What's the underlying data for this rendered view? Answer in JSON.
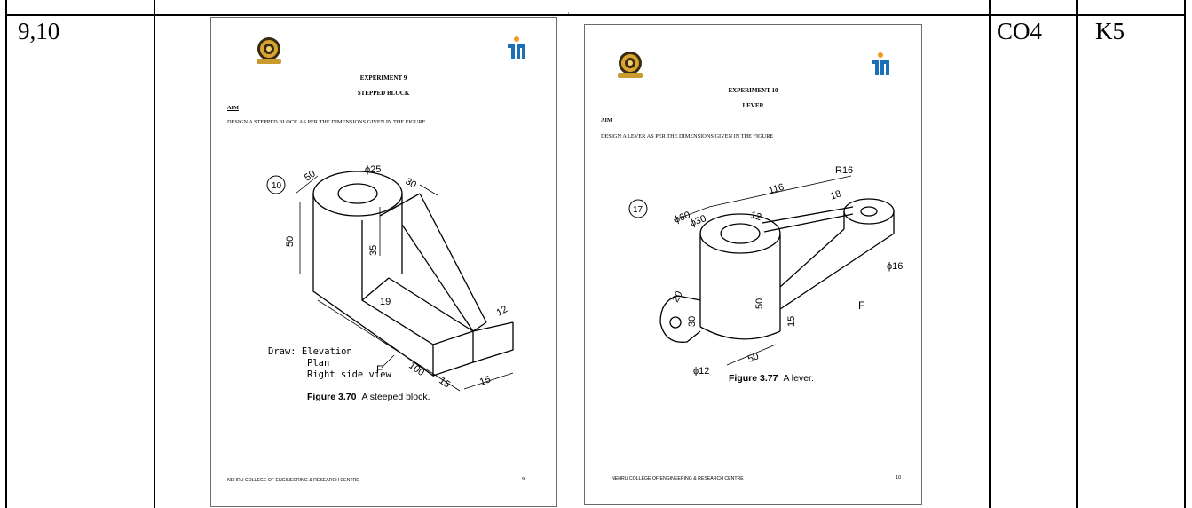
{
  "row": {
    "experiments": "9,10",
    "co": "CO4",
    "k_level": "K5"
  },
  "page9": {
    "experiment": "EXPERIMENT 9",
    "title": "STEPPED BLOCK",
    "aim_label": "AIM",
    "aim_text": "DESIGN A STEPPED BLOCK AS PER THE DIMENSIONS GIVEN IN THE FIGURE",
    "figure_number": "10",
    "dims": [
      "ϕ25",
      "50",
      "30",
      "50",
      "35",
      "19",
      "12",
      "100",
      "15",
      "15"
    ],
    "draw_lines": [
      "Draw: Elevation",
      "Plan",
      "Right side view"
    ],
    "arrow_label": "F",
    "caption_label": "Figure 3.70",
    "caption_text": "A steeped block.",
    "footer": "NEHRU COLLEGE OF ENGINEERING & RESEARCH CENTRE",
    "page_number": "9"
  },
  "page10": {
    "experiment": "EXPERIMENT 10",
    "title": "LEVER",
    "aim_label": "AIM",
    "aim_text": "DESIGN A LEVER AS PER THE DIMENSIONS GIVEN IN THE FIGURE",
    "figure_number": "17",
    "dims": [
      "116",
      "R16",
      "18",
      "ϕ60",
      "ϕ30",
      "12",
      "ϕ16",
      "50",
      "15",
      "20",
      "30",
      "50",
      "ϕ12"
    ],
    "arrow_label": "F",
    "caption_label": "Figure 3.77",
    "caption_text": "A lever.",
    "footer": "NEHRU COLLEGE OF ENGINEERING & RESEARCH CENTRE",
    "page_number": "10"
  }
}
